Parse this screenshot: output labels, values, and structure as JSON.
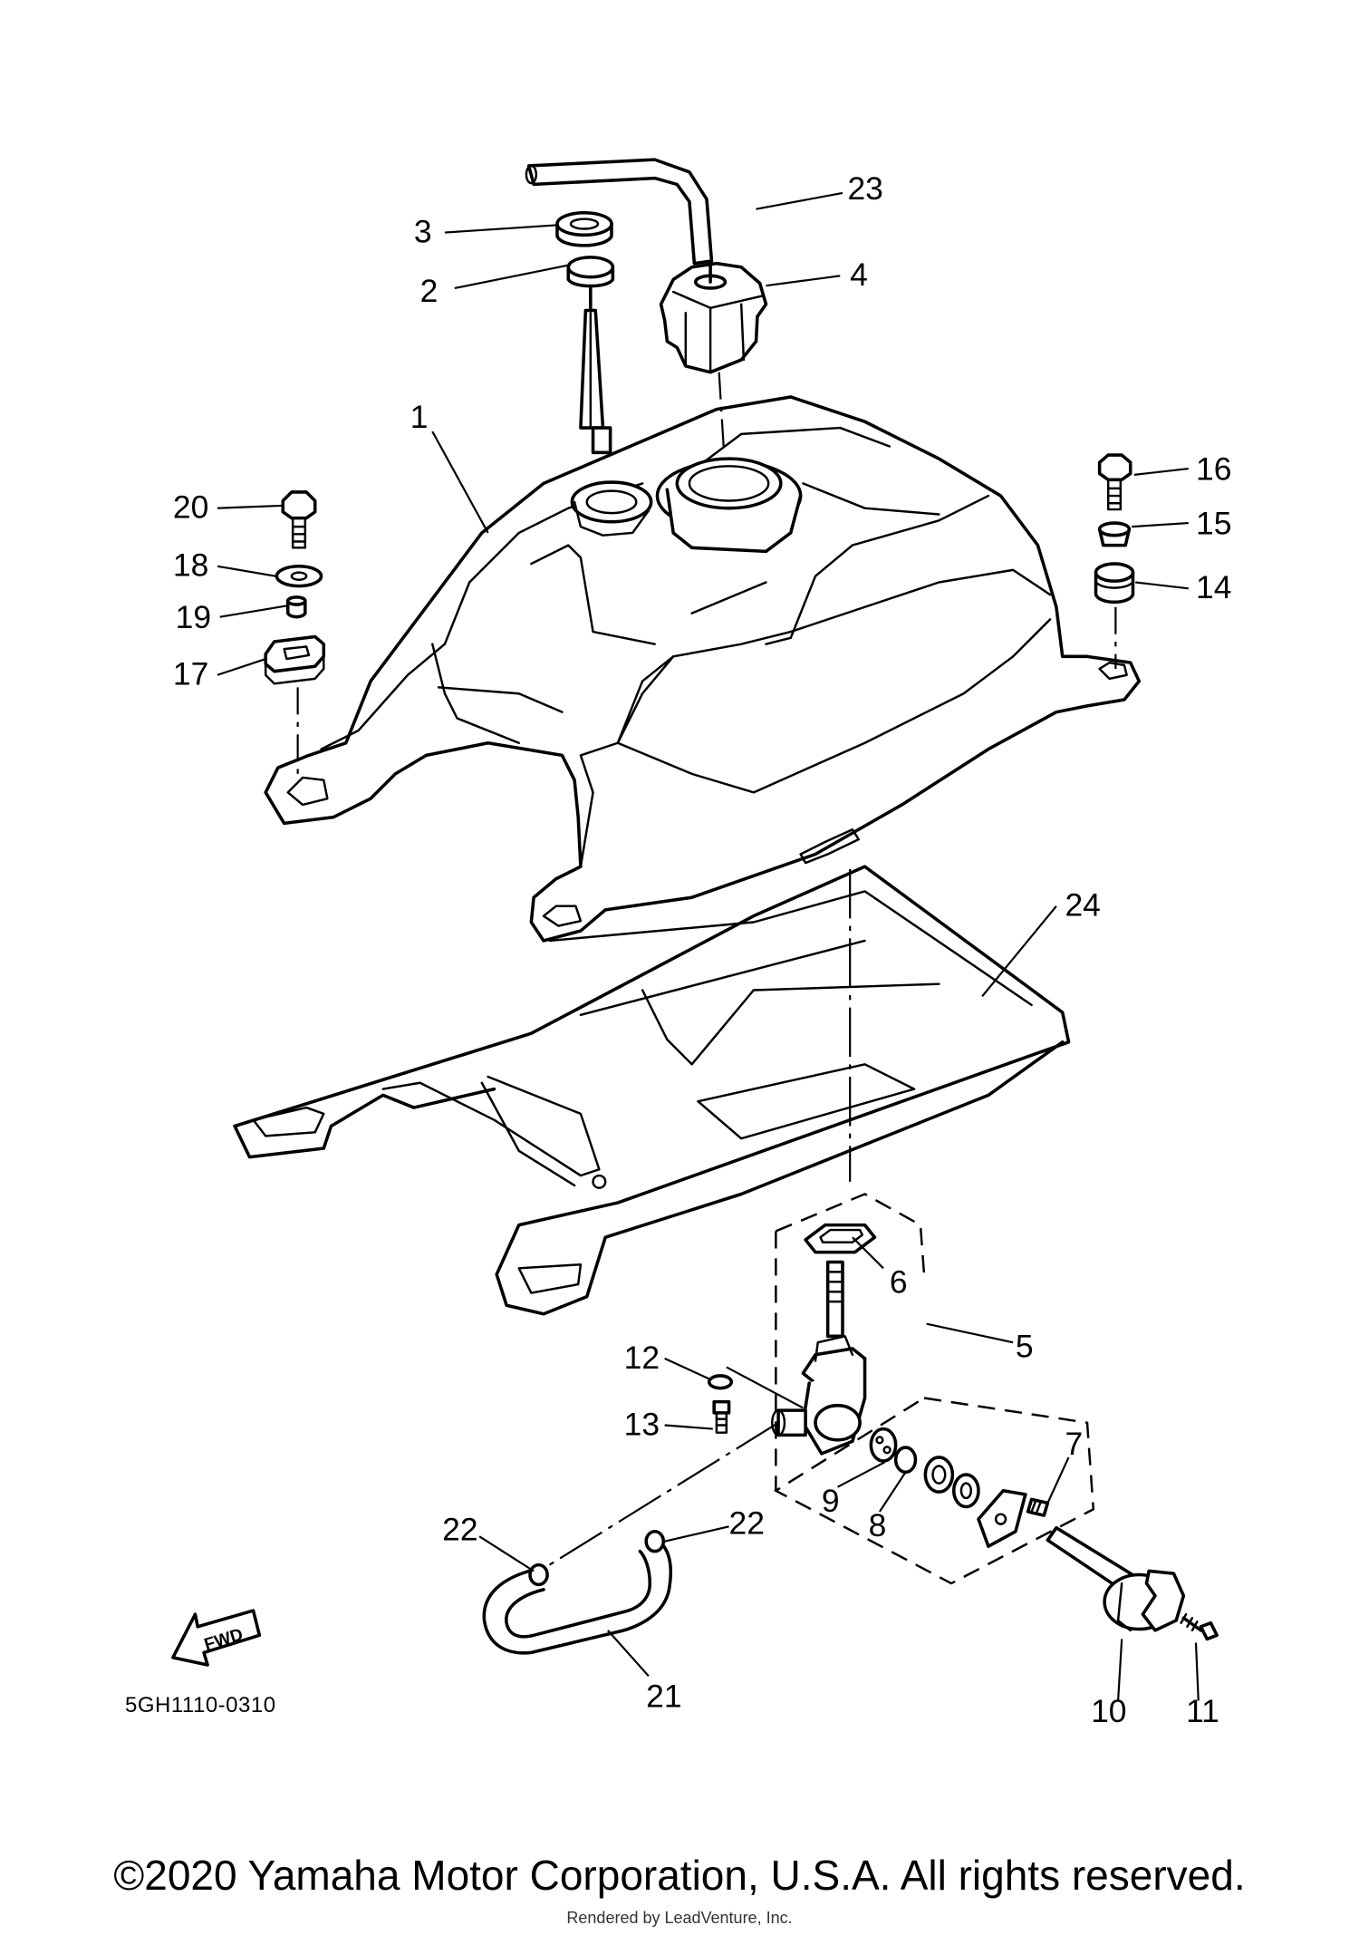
{
  "diagram": {
    "callouts": [
      {
        "id": "1",
        "label": "1"
      },
      {
        "id": "2",
        "label": "2"
      },
      {
        "id": "3",
        "label": "3"
      },
      {
        "id": "4",
        "label": "4"
      },
      {
        "id": "5",
        "label": "5"
      },
      {
        "id": "6",
        "label": "6"
      },
      {
        "id": "7",
        "label": "7"
      },
      {
        "id": "8",
        "label": "8"
      },
      {
        "id": "9",
        "label": "9"
      },
      {
        "id": "10",
        "label": "10"
      },
      {
        "id": "11",
        "label": "11"
      },
      {
        "id": "12",
        "label": "12"
      },
      {
        "id": "13",
        "label": "13"
      },
      {
        "id": "14",
        "label": "14"
      },
      {
        "id": "15",
        "label": "15"
      },
      {
        "id": "16",
        "label": "16"
      },
      {
        "id": "17",
        "label": "17"
      },
      {
        "id": "18",
        "label": "18"
      },
      {
        "id": "19",
        "label": "19"
      },
      {
        "id": "20",
        "label": "20"
      },
      {
        "id": "21",
        "label": "21"
      },
      {
        "id": "22a",
        "label": "22"
      },
      {
        "id": "22b",
        "label": "22"
      },
      {
        "id": "23",
        "label": "23"
      },
      {
        "id": "24",
        "label": "24"
      }
    ],
    "fwd_label": "FWD",
    "diagram_code": "5GH1110-0310"
  },
  "footer": {
    "copyright": "©2020 Yamaha Motor Corporation, U.S.A. All rights reserved.",
    "rendered_by": "Rendered by LeadVenture, Inc."
  },
  "icons": [
    "fwd-arrow-icon"
  ]
}
